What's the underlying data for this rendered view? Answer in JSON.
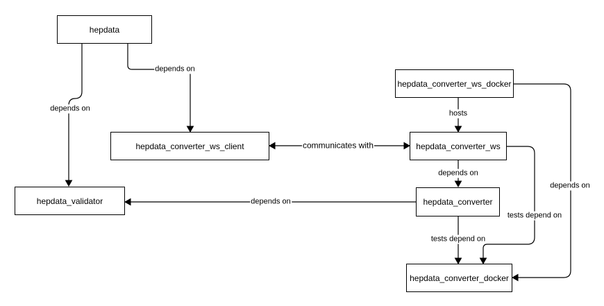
{
  "nodes": {
    "hepdata": "hepdata",
    "ws_client": "hepdata_converter_ws_client",
    "validator": "hepdata_validator",
    "ws_docker": "hepdata_converter_ws_docker",
    "ws": "hepdata_converter_ws",
    "converter": "hepdata_converter",
    "converter_docker": "hepdata_converter_docker"
  },
  "edges": {
    "hepdata_to_ws_client": "depends on",
    "hepdata_to_validator": "depends on",
    "ws_docker_to_ws": "hosts",
    "ws_client_ws": "communicates with",
    "ws_docker_to_converter_docker": "depends on",
    "ws_to_converter": "depends on",
    "converter_to_validator": "depends on",
    "ws_to_converter_docker": "tests depend on",
    "converter_to_converter_docker": "tests depend on"
  }
}
